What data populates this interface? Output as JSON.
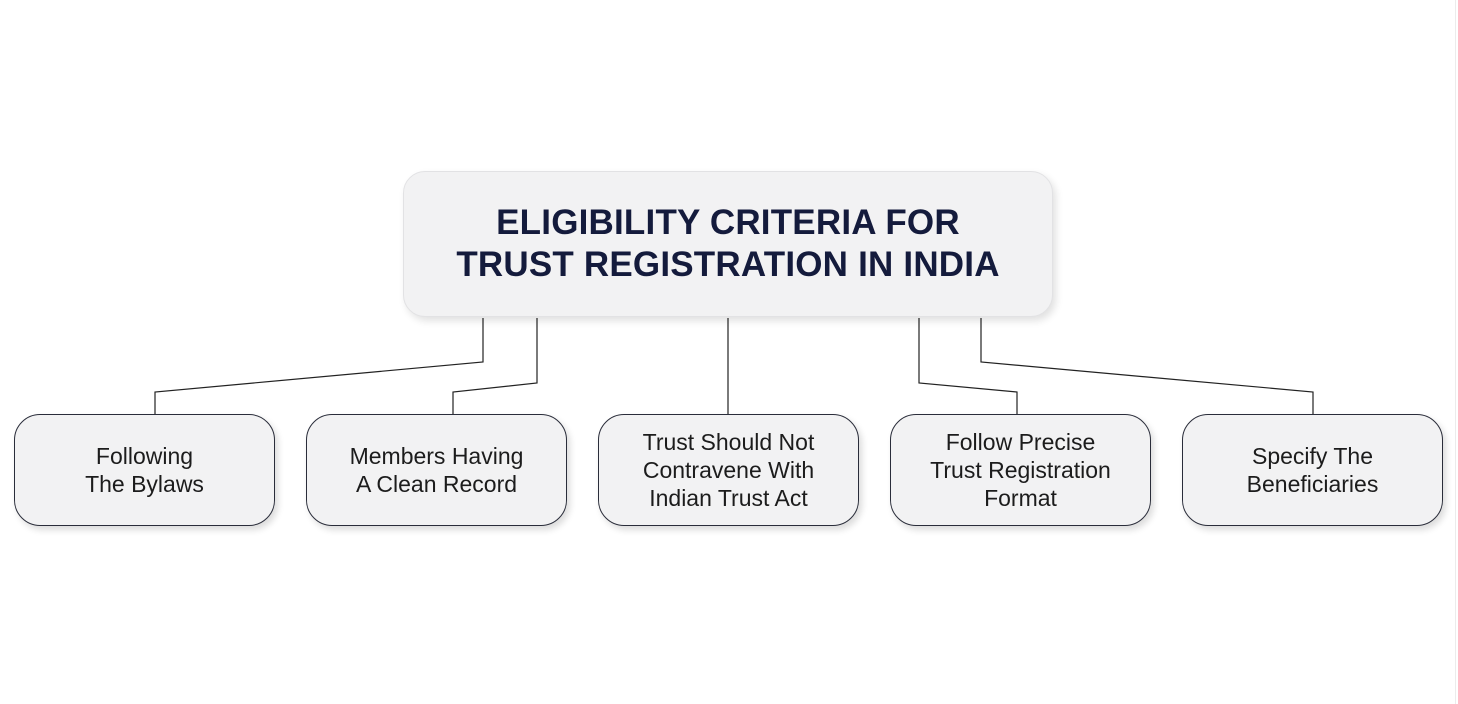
{
  "diagram": {
    "root": {
      "title_lines": [
        "ELIGIBILITY CRITERIA FOR",
        "TRUST REGISTRATION IN INDIA"
      ]
    },
    "children": [
      {
        "lines": [
          "Following",
          "The Bylaws"
        ]
      },
      {
        "lines": [
          "Members Having",
          "A Clean Record"
        ]
      },
      {
        "lines": [
          "Trust Should Not",
          "Contravene With",
          "Indian Trust Act"
        ]
      },
      {
        "lines": [
          "Follow Precise",
          "Trust Registration",
          "Format"
        ]
      },
      {
        "lines": [
          "Specify The",
          "Beneficiaries"
        ]
      }
    ],
    "colors": {
      "title_text": "#141b3c",
      "box_fill": "#f2f2f3",
      "box_border": "#2a2d3a",
      "connector": "#222222"
    }
  }
}
